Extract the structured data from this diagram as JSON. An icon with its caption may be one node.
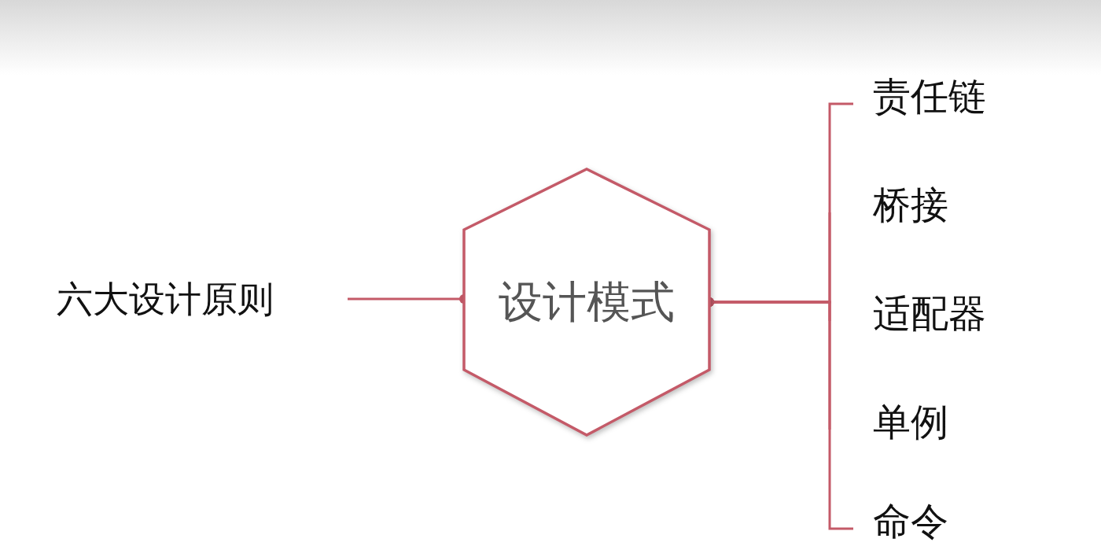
{
  "diagram": {
    "nodes": [
      {
        "text": [
          "六大设计原则"
        ]
      },
      {
        "text": [
          "设计模式"
        ]
      },
      {
        "text": [
          "责任链"
        ]
      },
      {
        "text": [
          "桥接"
        ]
      },
      {
        "text": [
          "适配器"
        ]
      },
      {
        "text": [
          "单例"
        ]
      },
      {
        "text": [
          "命令"
        ]
      }
    ],
    "edges": [
      {
        "from": 0,
        "to": 1,
        "arrow": "other"
      },
      {
        "from": 1,
        "to": 2,
        "arrow": "other"
      },
      {
        "from": 1,
        "to": 3,
        "arrow": "other"
      },
      {
        "from": 1,
        "to": 4,
        "arrow": "other"
      },
      {
        "from": 1,
        "to": 5,
        "arrow": "other"
      },
      {
        "from": 1,
        "to": 6,
        "arrow": "other"
      }
    ]
  }
}
